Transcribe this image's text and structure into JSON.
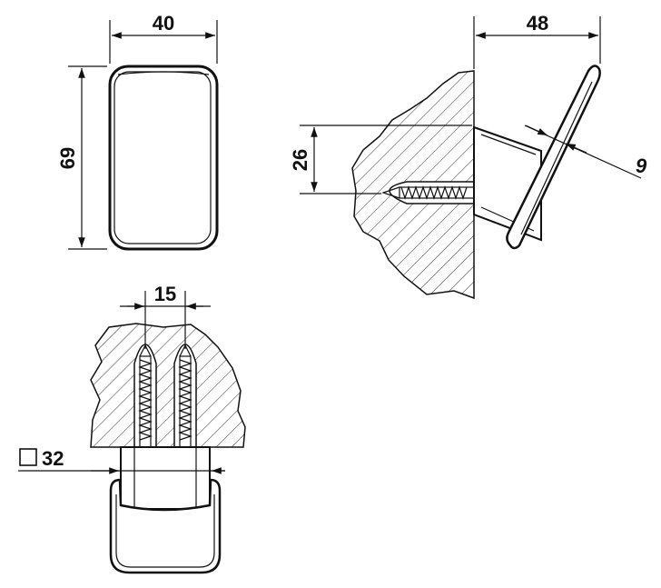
{
  "dimensions": {
    "front_width": "40",
    "front_height": "69",
    "side_depth": "48",
    "side_height": "26",
    "side_thickness": "9",
    "screw_spacing": "15",
    "base_square": "32"
  },
  "colors": {
    "line": "#111111",
    "background": "#ffffff"
  }
}
